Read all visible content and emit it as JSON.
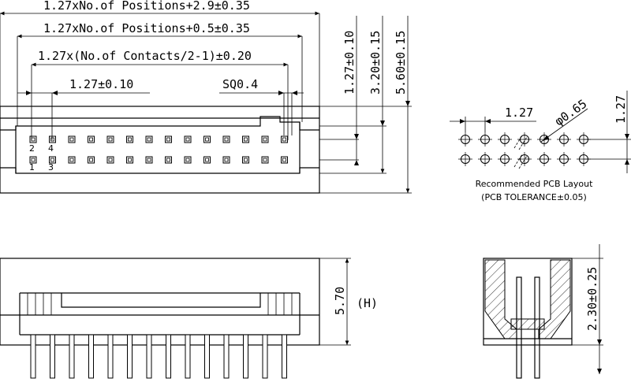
{
  "top_view": {
    "dim_total": "1.27xNo.of  Positions+2.9±0.35",
    "dim_inner": "1.27xNo.of  Positions+0.5±0.35",
    "dim_contacts": "1.27x(No.of  Contacts/2-1)±0.20",
    "dim_pitch": "1.27±0.10",
    "dim_sq": "SQ0.4",
    "pin_labels": [
      "2",
      "4",
      "1",
      "3"
    ],
    "vdim_row": "1.27±0.10",
    "vdim_inner": "3.20±0.15",
    "vdim_outer": "5.60±0.15"
  },
  "pcb_layout": {
    "dim_pitch": "1.27",
    "dim_hole": "φ0.65",
    "dim_row": "1.27",
    "caption_line1": "Recommended PCB Layout",
    "caption_line2": "(PCB TOLERANCE±0.05)"
  },
  "front_view": {
    "height_dim": "5.70",
    "height_label": "(H)"
  },
  "side_view": {
    "height_dim": "2.30±0.25"
  }
}
